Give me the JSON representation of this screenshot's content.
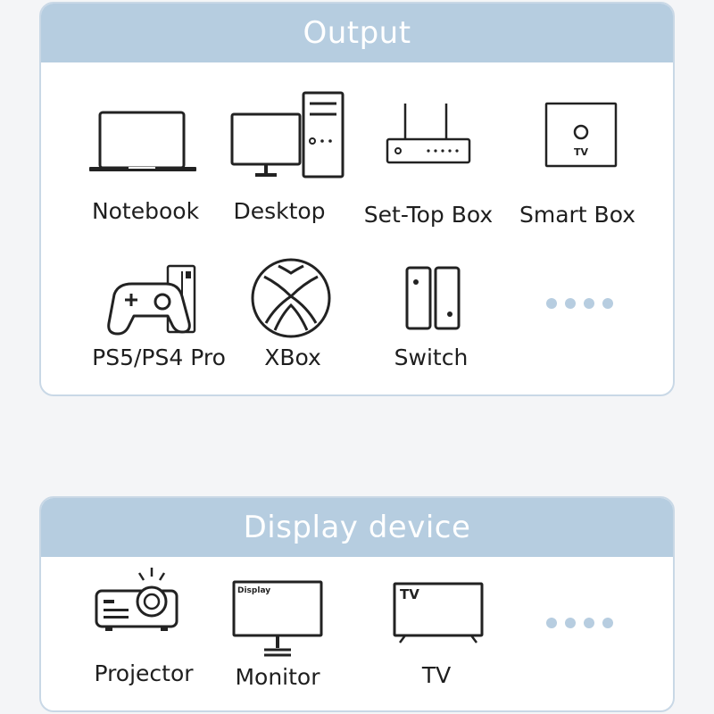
{
  "output": {
    "title": "Output",
    "row1": [
      {
        "label": "Notebook",
        "icon": "laptop-icon"
      },
      {
        "label": "Desktop",
        "icon": "desktop-computer-icon"
      },
      {
        "label": "Set-Top Box",
        "icon": "set-top-box-icon"
      },
      {
        "label": "Smart Box",
        "icon": "smart-box-icon"
      }
    ],
    "row2": [
      {
        "label": "PS5/PS4 Pro",
        "icon": "gamepad-console-icon"
      },
      {
        "label": "XBox",
        "icon": "xbox-logo-icon"
      },
      {
        "label": "Switch",
        "icon": "switch-console-icon"
      }
    ],
    "more": "ellipsis-dots-icon"
  },
  "display": {
    "title": "Display device",
    "items": [
      {
        "label": "Projector",
        "icon": "projector-icon"
      },
      {
        "label": "Monitor",
        "icon": "monitor-icon",
        "screen_text": "Display"
      },
      {
        "label": "TV",
        "icon": "tv-icon",
        "screen_text": "TV"
      }
    ],
    "more": "ellipsis-dots-icon"
  },
  "icon_texts": {
    "smart_box_tv": "TV"
  },
  "colors": {
    "header": "#b6cde0",
    "border": "#c9d8e6",
    "dots": "#b7cde0",
    "icon_stroke": "#222222"
  }
}
